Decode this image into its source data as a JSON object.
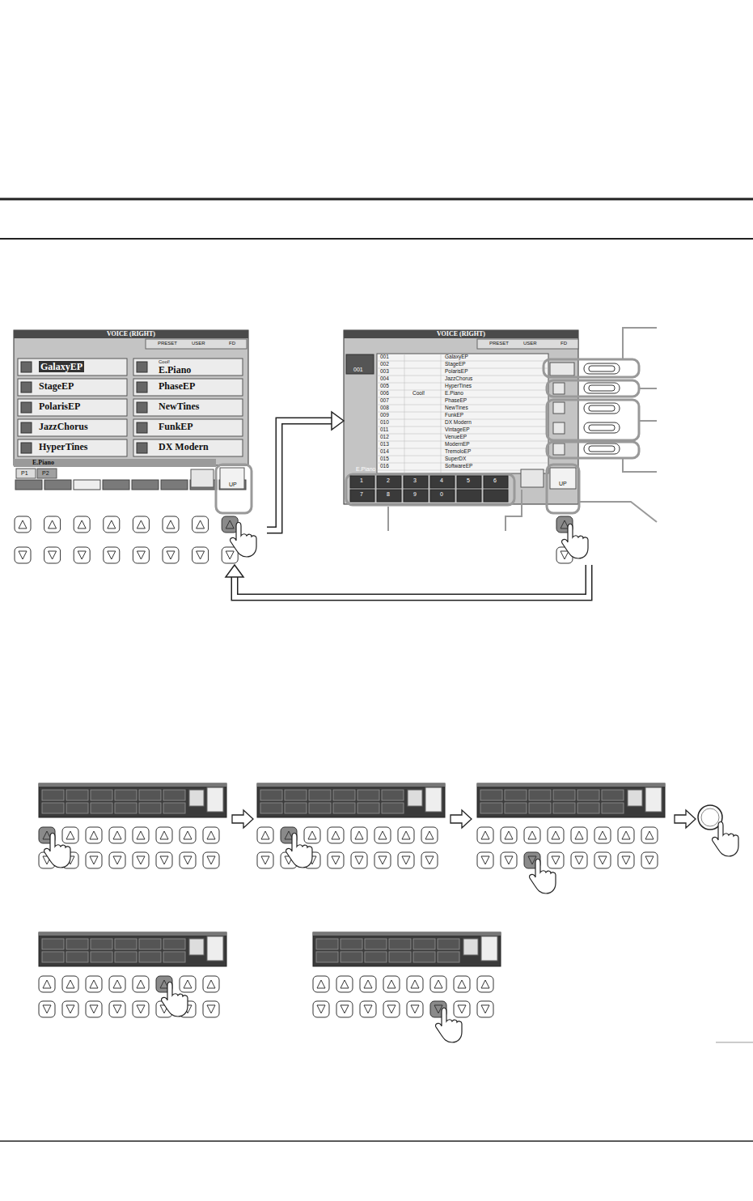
{
  "diagram": {
    "nodes": [
      {
        "text": [
          "VOICE (RIGHT)"
        ]
      },
      {
        "text": [
          "VOICE (RIGHT)"
        ]
      }
    ],
    "edges": [
      {
        "from": 0,
        "to": 1,
        "arrow": "to"
      },
      {
        "from": 1,
        "to": 0,
        "arrow": "to"
      }
    ],
    "labels": [
      "PRESET",
      "USER",
      "FD",
      "GalaxyEP",
      "Cool!",
      "E.Piano",
      "StageEP",
      "PhaseEP",
      "PolarisEP",
      "NewTines",
      "JazzChorus",
      "FunkEP",
      "HyperTines",
      "DX Modern",
      "E.Piano",
      "P1",
      "P2",
      "UP",
      "PRESET",
      "USER",
      "FD",
      "001",
      "001",
      "GalaxyEP",
      "002",
      "StageEP",
      "003",
      "PolarisEP",
      "004",
      "JazzChorus",
      "005",
      "HyperTines",
      "006",
      "Cool!",
      "E.Piano",
      "007",
      "PhaseEP",
      "008",
      "NewTines",
      "009",
      "FunkEP",
      "010",
      "DX Modern",
      "011",
      "VintageEP",
      "012",
      "VenueEP",
      "013",
      "ModernEP",
      "014",
      "TremoloEP",
      "015",
      "SuperDX",
      "016",
      "SoftwareEP",
      "E.Piano",
      "1",
      "2",
      "3",
      "4",
      "5",
      "6",
      "7",
      "8",
      "9",
      "0",
      "UP"
    ]
  }
}
